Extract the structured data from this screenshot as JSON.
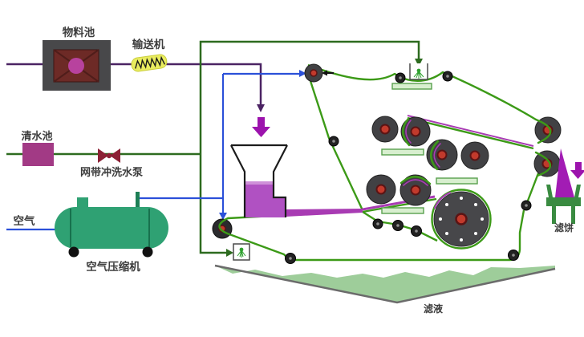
{
  "diagram": {
    "type": "belt-filter-press-process-flow",
    "labels": {
      "material_pool": "物料池",
      "conveyor": "输送机",
      "clean_water_pool": "清水池",
      "belt_wash_pump": "网带冲洗水泵",
      "air": "空气",
      "air_compressor": "空气压缩机",
      "filter_cake": "滤饼",
      "filtrate": "滤液"
    },
    "icons": {
      "pump_valve": "valve-icon",
      "wash_spray_top": "sprinkler-icon",
      "wash_spray_bottom": "sprinkler-icon",
      "feed_arrow": "down-arrow-icon",
      "cake_arrow": "down-arrow-icon"
    },
    "components": [
      "material-pool",
      "screw-conveyor",
      "clean-water-pool",
      "belt-wash-pump-valve",
      "air-compressor",
      "feed-hopper",
      "belt-filter-press",
      "press-rollers",
      "perforated-drum",
      "wash-spray-boxes",
      "drip-trays",
      "filter-cake-cart",
      "filtrate-basin"
    ],
    "colors": {
      "slurry_line": "#4b2363",
      "air_line": "#2b50d9",
      "wash_water_line": "#2d6b1f",
      "belt": "#3c9a17",
      "sludge": "#a83bb3",
      "cake": "#a21cb4",
      "magenta_arrow": "#9c13ad",
      "tank_green": "#2fa173",
      "tray_fill": "#d8efcf",
      "basin_fill": "#9ecd9a",
      "roller_body": "#414144",
      "roller_hub": "#c23a2c",
      "valve": "#8c2135",
      "conveyor_yellow": "#e9ec5f",
      "pool_outer": "#48484a",
      "pool_inner": "#6d2a26",
      "clean_pool": "#a23a85"
    }
  }
}
